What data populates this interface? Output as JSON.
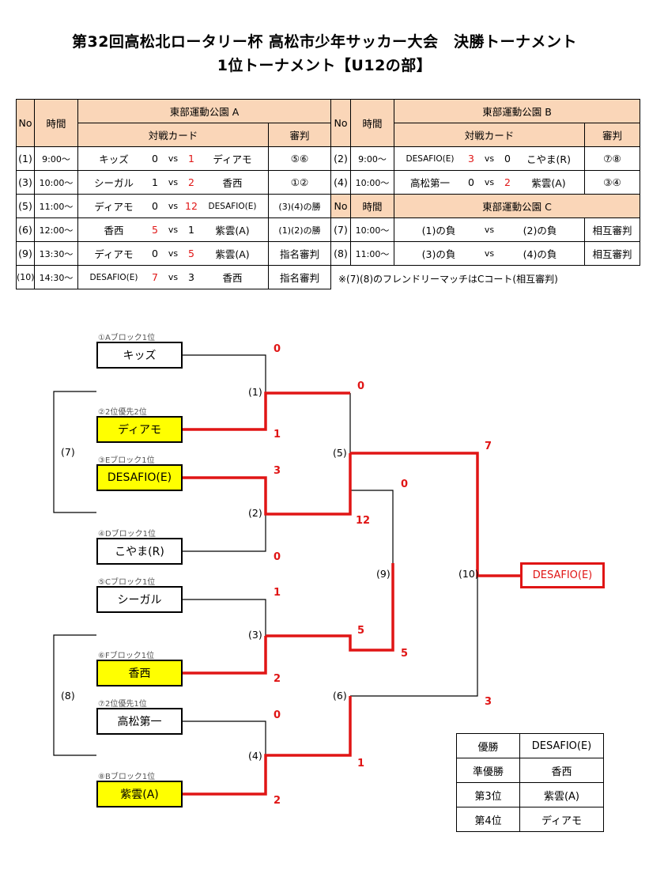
{
  "title": {
    "line1": "第32回高松北ロータリー杯 高松市少年サッカー大会　決勝トーナメント",
    "line2": "1位トーナメント【U12の部】"
  },
  "schedule_headers": {
    "no": "No",
    "time": "時間",
    "card": "対戦カード",
    "referee": "審判",
    "vs": "vs"
  },
  "venue_a": {
    "name": "東部運動公園 A",
    "matches": [
      {
        "no": "(1)",
        "time": "9:00～",
        "team1": "キッズ",
        "score1": "0",
        "score2": "1",
        "team2": "ディアモ",
        "ref": "⑤⑥"
      },
      {
        "no": "(3)",
        "time": "10:00～",
        "team1": "シーガル",
        "score1": "1",
        "score2": "2",
        "team2": "香西",
        "ref": "①②"
      },
      {
        "no": "(5)",
        "time": "11:00～",
        "team1": "ディアモ",
        "score1": "0",
        "score2": "12",
        "team2": "DESAFIO(E)",
        "ref": "(3)(4)の勝"
      },
      {
        "no": "(6)",
        "time": "12:00～",
        "team1": "香西",
        "score1": "5",
        "score2": "1",
        "team2": "紫雲(A)",
        "ref": "(1)(2)の勝"
      },
      {
        "no": "(9)",
        "time": "13:30～",
        "team1": "ディアモ",
        "score1": "0",
        "score2": "5",
        "team2": "紫雲(A)",
        "ref": "指名審判"
      },
      {
        "no": "(10)",
        "time": "14:30～",
        "team1": "DESAFIO(E)",
        "score1": "7",
        "score2": "3",
        "team2": "香西",
        "ref": "指名審判"
      }
    ]
  },
  "venue_b": {
    "name": "東部運動公園 B",
    "matches": [
      {
        "no": "(2)",
        "time": "9:00～",
        "team1": "DESAFIO(E)",
        "score1": "3",
        "score2": "0",
        "team2": "こやま(R)",
        "ref": "⑦⑧"
      },
      {
        "no": "(4)",
        "time": "10:00～",
        "team1": "高松第一",
        "score1": "0",
        "score2": "2",
        "team2": "紫雲(A)",
        "ref": "③④"
      }
    ]
  },
  "venue_c": {
    "name": "東部運動公園 C",
    "matches": [
      {
        "no": "(7)",
        "time": "10:00～",
        "team1": "(1)の負",
        "team2": "(2)の負",
        "ref": "相互審判"
      },
      {
        "no": "(8)",
        "time": "11:00～",
        "team1": "(3)の負",
        "team2": "(4)の負",
        "ref": "相互審判"
      }
    ]
  },
  "note": "※(7)(8)のフレンドリーマッチはCコート(相互審判)",
  "bracket": {
    "teams": [
      {
        "label": "①Aブロック1位",
        "name": "キッズ"
      },
      {
        "label": "②2位優先2位",
        "name": "ディアモ"
      },
      {
        "label": "③Eブロック1位",
        "name": "DESAFIO(E)"
      },
      {
        "label": "④Dブロック1位",
        "name": "こやま(R)"
      },
      {
        "label": "⑤Cブロック1位",
        "name": "シーガル"
      },
      {
        "label": "⑥Fブロック1位",
        "name": "香西"
      },
      {
        "label": "⑦2位優先1位",
        "name": "高松第一"
      },
      {
        "label": "⑧Bブロック1位",
        "name": "紫雲(A)"
      }
    ],
    "match_labels": {
      "m1": "(1)",
      "m2": "(2)",
      "m3": "(3)",
      "m4": "(4)",
      "m5": "(5)",
      "m6": "(6)",
      "m7": "(7)",
      "m8": "(8)",
      "m9": "(9)",
      "m10": "(10)"
    },
    "scores": {
      "m1_top": "0",
      "m1_bot": "1",
      "m2_top": "3",
      "m2_bot": "0",
      "m3_top": "1",
      "m3_bot": "2",
      "m4_top": "0",
      "m4_bot": "2",
      "m5_top": "0",
      "m5_bot": "12",
      "m6_top": "5",
      "m6_bot": "1",
      "m9_top": "0",
      "m9_bot": "5",
      "m10_top": "7",
      "m10_bot": "3"
    },
    "champion": "DESAFIO(E)",
    "line_color": "#e01515",
    "highlight_color": "#ffff00"
  },
  "ranking": [
    {
      "place": "優勝",
      "team": "DESAFIO(E)"
    },
    {
      "place": "準優勝",
      "team": "香西"
    },
    {
      "place": "第3位",
      "team": "紫雲(A)"
    },
    {
      "place": "第4位",
      "team": "ディアモ"
    }
  ]
}
